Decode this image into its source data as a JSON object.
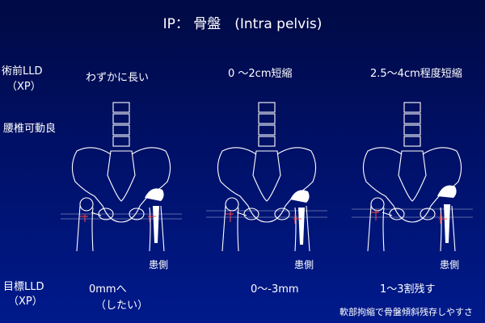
{
  "title": "IP： 骨盤　(Intra pelvis)",
  "rows": {
    "preop_lld_line1": "術前LLD",
    "preop_lld_line2": "（XP）",
    "lumbar_mobility": "腰椎可動良",
    "target_lld_line1": "目標LLD",
    "target_lld_line2": "（XP）"
  },
  "columns": [
    {
      "preop": "わずかに長い",
      "affected": "患側",
      "target_line1": "0mmへ",
      "target_line2": "（したい）"
    },
    {
      "preop": "0 ～2cm短縮",
      "affected": "患側",
      "target_line1": "0～-3mm",
      "target_line2": ""
    },
    {
      "preop": "2.5～4cm程度短縮",
      "affected": "患側",
      "target_line1": "1～3割残す",
      "target_line2": ""
    }
  ],
  "footnote": "軟部拘縮で骨盤傾斜残存しやすさ",
  "colors": {
    "background": "#001066",
    "bone": "#ffffff",
    "marker": "#ff4444",
    "implant": "#ffffff"
  }
}
